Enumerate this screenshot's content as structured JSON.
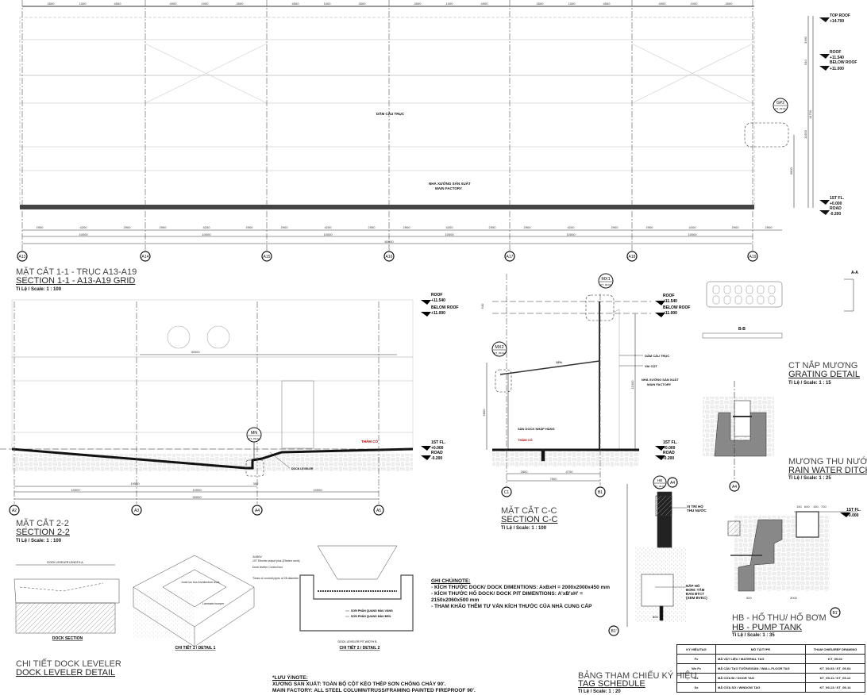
{
  "section_1_1": {
    "title_vn": "MẶT CẮT 1-1 - TRỤC A13-A19",
    "title_en": "SECTION 1-1 - A13-A19 GRID",
    "scale": "Tỉ Lệ / Scale:  1 : 100",
    "top_dims": [
      "4500",
      "1000",
      "4500",
      "4500",
      "1000",
      "4500",
      "4500",
      "1000",
      "4500",
      "4500",
      "1000",
      "4500",
      "4500",
      "1000",
      "4500",
      "4500",
      "1000",
      "4500"
    ],
    "bottom_dims_row1": [
      "2900",
      "4200",
      "2900",
      "2900",
      "4200",
      "2900",
      "2900",
      "4200",
      "2900",
      "2900",
      "4200",
      "2900",
      "2900",
      "4200",
      "2900",
      "2900",
      "4200",
      "2900",
      "2900"
    ],
    "bottom_dims_row2": [
      "10000",
      "10000",
      "10000",
      "10000",
      "10000",
      "10000"
    ],
    "bottom_dims_total": "60000",
    "grids": [
      "A13",
      "A14",
      "A15",
      "A16",
      "A17",
      "A18",
      "A19"
    ],
    "levels": [
      {
        "name": "TOP ROOF",
        "value": "+14.700"
      },
      {
        "name": "ROOF",
        "value": "+11.540"
      },
      {
        "name": "BELOW ROOF",
        "value": "+11.000"
      },
      {
        "name": "1ST FL.",
        "value": "+0.000"
      },
      {
        "name": "ROAD",
        "value": "-0.200"
      }
    ],
    "vertical_dims": [
      "3160",
      "540",
      "14700",
      "11000",
      "5800"
    ],
    "crane_beam_label": "DẦM CẦU TRỤC",
    "factory_label_vn": "NHÀ XƯỞNG SẢN XUẤT",
    "factory_label_en": "MAIN FACTORY",
    "callout": {
      "code": "GP2",
      "ref": "KT_09-02"
    }
  },
  "section_2_2": {
    "title_vn": "MẶT CẮT 2-2",
    "title_en": "SECTION 2-2",
    "scale": "Tỉ Lệ / Scale:  1 : 100",
    "grids": [
      "A2",
      "A3",
      "A4",
      "A5"
    ],
    "dims_row1": [
      "19550",
      "350"
    ],
    "dims_row2": [
      "10000",
      "10000",
      "10000"
    ],
    "dims_total": "30000",
    "top_dim": "30000",
    "levels": [
      {
        "name": "ROOF",
        "value": "+11.540"
      },
      {
        "name": "BELOW ROOF",
        "value": "+11.000"
      },
      {
        "name": "1ST FL.",
        "value": "+0.000"
      },
      {
        "name": "ROAD",
        "value": "-0.200"
      }
    ],
    "callout": {
      "code": "MN",
      "ref": "KT_09-02"
    },
    "grass_label": "THẢM CỎ",
    "dock_label": "DOCK LEVELER"
  },
  "section_c_c": {
    "title_vn": "MẶT CẮT C-C",
    "title_en": "SECTION C-C",
    "scale": "Tỉ Lệ / Scale:  1 : 100",
    "grids": [
      "C1",
      "B1"
    ],
    "dims": [
      "2800",
      "4700"
    ],
    "dims_total": "7500",
    "vertical_dims": [
      "540",
      "11000",
      "5800"
    ],
    "levels": [
      {
        "name": "ROOF",
        "value": "+11.540"
      },
      {
        "name": "BELOW ROOF",
        "value": "+11.000"
      },
      {
        "name": "1ST FL.",
        "value": "+0.000"
      },
      {
        "name": "ROAD",
        "value": "-0.200"
      }
    ],
    "callouts": [
      {
        "code": "MX1",
        "ref": "KT_09-02"
      },
      {
        "code": "MX2",
        "ref": "KT_09-02"
      }
    ],
    "slope": "12%",
    "crane_beam_label": "DẦM CẦU TRỤC",
    "corbel_label": "VAI CỘT",
    "factory_label_vn": "NHÀ XƯỞNG SẢN XUẤT",
    "factory_label_en": "MAIN FACTORY",
    "dock_floor_label": "SÀN DOCK NHẬP HÀNG",
    "grass_label": "THẢM CỎ"
  },
  "grating": {
    "title_vn": "CT NẮP MƯƠNG",
    "title_en": "GRATING DETAIL",
    "scale": "Tỉ Lệ / Scale: 1 : 15",
    "section_a": "A-A",
    "section_b": "B-B"
  },
  "rain_ditch": {
    "title_vn": "MƯƠNG THU NƯỚC",
    "title_en": "RAIN WATER DITCH",
    "scale": "Tỉ Lệ / Scale:  1 : 25",
    "grid": "A4"
  },
  "pit_section": {
    "callout": {
      "code": "HB",
      "ref": "KT_09-02"
    },
    "grid_top": "A4",
    "grid_bottom": "B1'",
    "label_pit": "VỊ TRÍ HỐ THU NƯỚC",
    "label_cover": "NẮP HỐ BƠM: TẤM ĐAN BTCT (XEM BVKC)",
    "dim": "800"
  },
  "pump_tank": {
    "title_vn": "HB - HỐ THU/ HỐ BƠM",
    "title_en": "HB - PUMP TANK",
    "scale": "Tỉ Lệ / Scale:  1 : 35",
    "top_dims": [
      "150",
      "600",
      "150",
      "700"
    ],
    "bottom_dims": [
      "500",
      "3000"
    ],
    "level": {
      "name": "1ST FL.",
      "value": "+0.000"
    },
    "grid": "B1'"
  },
  "tag_schedule": {
    "title_vn": "BẢNG THAM CHIẾU KÝ HIỆU",
    "title_en": "TAG SCHEDULE",
    "scale": "Tỉ Lệ / Scale:  1 : 20",
    "headers": [
      "KÝ HIỆU/TAG",
      "MÔ TẢ/TYPE",
      "THAM CHIẾU/REF DRAWING"
    ],
    "rows": [
      {
        "tag": "Fx",
        "type": "MÃ VẬT LIỆU / MATERIAL TAG",
        "ref": "KT_09-02"
      },
      {
        "tag": "Wx  Fx",
        "type": "MÃ CẤU TẠO TƯỜNG/SÀN / WALL-FLOOR TAG",
        "ref": "KT_09-03 / KT_09-04"
      },
      {
        "tag": "Dx",
        "type": "MÃ CỬA ĐI / DOOR TAG",
        "ref": "KT_09-11 / KT_09-12"
      },
      {
        "tag": "Sx",
        "type": "MÃ CỬA SỔ / WINDOW TAG",
        "ref": "KT_09-13 / KT_09-14"
      }
    ]
  },
  "dock_leveler": {
    "title_vn": "CHI TIẾT DOCK LEVELER",
    "title_en": "DOCK LEVELER DETAIL",
    "dock_section_label": "DOCK SECTION",
    "detail1_label": "CHI TIẾT 1 / DETAIL 1",
    "detail2_label": "CHI TIẾT 2 / DETAIL 2",
    "dock_length": "DOCK LEVELER LENGTH A",
    "pit_width": "DOCK LEVELER PIT WIDTH B",
    "detail1_notes": [
      "3x380V",
      "10T Electric output plus (Electric work)",
      "Dock leveler Control box",
      "Junct ion box Architecture work",
      "Laminate bumper",
      "Times of conduit pipes of 28 diameter"
    ],
    "detail2_notes": [
      "SƠN PHẢN QUANG MÀU VÀNG",
      "SƠN PHẢN QUANG MÀU ĐEN"
    ]
  },
  "dock_note": {
    "heading": "GHI CHÚ/NOTE:",
    "lines": [
      "- KÍCH THƯỚC DOCK/ DOCK DIMENTIONS: AxBxH = 2000x2000x450 mm",
      "- KÍCH THƯỚC HỐ DOCK/ DOCK PIT DIMENTIONS: A'xB'xH' =",
      "2150x2060x500 mm",
      "- THAM KHẢO THÊM TƯ VẤN KÍCH THƯỚC CỦA NHÀ CUNG CẤP"
    ]
  },
  "general_note": {
    "heading": "*LƯU Ý/NOTE:",
    "lines": [
      "XƯƠNG SAN XUẤT: TOÀN BỘ CỘT KÈO THÉP SƠN CHỐNG CHÁY 90'.",
      "MAIN FACTORY: ALL STEEL COLUMN/TRUSS/FRAMING PAINTED FIREPROOF 90'."
    ]
  }
}
